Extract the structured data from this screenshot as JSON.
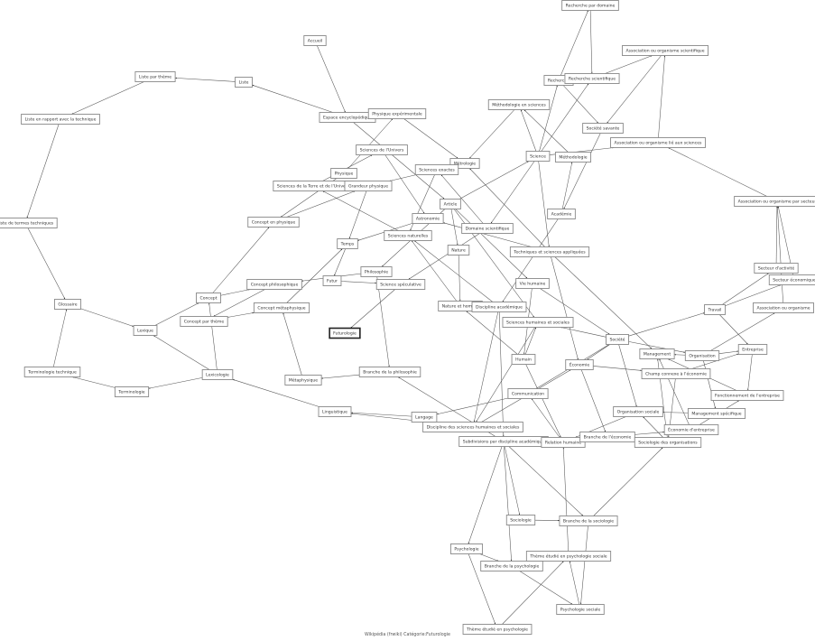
{
  "footer": "Wikipédia (frwiki) Catégorie:Futurologie",
  "focus_node": "futurologie",
  "nodes": [
    {
      "id": "accueil",
      "label": "Accueil"
    },
    {
      "id": "liste_theme",
      "label": "Liste par thème"
    },
    {
      "id": "liste",
      "label": "Liste"
    },
    {
      "id": "liste_tech",
      "label": "Liste en rapport avec la technique"
    },
    {
      "id": "espace",
      "label": "Espace encyclopédique"
    },
    {
      "id": "phys_exp",
      "label": "Physique expérimentale"
    },
    {
      "id": "rech_dom",
      "label": "Recherche par domaine"
    },
    {
      "id": "asso_sci",
      "label": "Association ou organisme scientifique"
    },
    {
      "id": "recherche",
      "label": "Recherche"
    },
    {
      "id": "rech_sci",
      "label": "Recherche scientifique"
    },
    {
      "id": "metho_sci",
      "label": "Méthodologie en sciences"
    },
    {
      "id": "soc_sav",
      "label": "Société savante"
    },
    {
      "id": "asso_lie",
      "label": "Association ou organisme lié aux sciences"
    },
    {
      "id": "science",
      "label": "Science"
    },
    {
      "id": "methodo",
      "label": "Méthodologie"
    },
    {
      "id": "metrologie",
      "label": "Métrologie"
    },
    {
      "id": "sc_univers",
      "label": "Sciences de l'Univers"
    },
    {
      "id": "physique",
      "label": "Physique"
    },
    {
      "id": "sc_terre",
      "label": "Sciences de la Terre et de l'Univers"
    },
    {
      "id": "grandeur",
      "label": "Grandeur physique"
    },
    {
      "id": "sc_exactes",
      "label": "Sciences exactes"
    },
    {
      "id": "article",
      "label": "Article"
    },
    {
      "id": "asso_secteur",
      "label": "Association ou organisme par secteur"
    },
    {
      "id": "astronomie",
      "label": "Astronomie"
    },
    {
      "id": "concept_phys",
      "label": "Concept en physique"
    },
    {
      "id": "liste_termes",
      "label": "Liste de termes techniques"
    },
    {
      "id": "dom_sci",
      "label": "Domaine scientifique"
    },
    {
      "id": "academie",
      "label": "Académie"
    },
    {
      "id": "sc_nat",
      "label": "Sciences naturelles"
    },
    {
      "id": "temps",
      "label": "Temps"
    },
    {
      "id": "nature",
      "label": "Nature"
    },
    {
      "id": "techniques",
      "label": "Techniques et sciences appliquées"
    },
    {
      "id": "philosophie",
      "label": "Philosophie"
    },
    {
      "id": "secteur_act",
      "label": "Secteur d'activité"
    },
    {
      "id": "secteur_eco",
      "label": "Secteur économique"
    },
    {
      "id": "futur",
      "label": "Futur"
    },
    {
      "id": "sc_spec",
      "label": "Science spéculative"
    },
    {
      "id": "concept_philo",
      "label": "Concept philosophique"
    },
    {
      "id": "concept",
      "label": "Concept"
    },
    {
      "id": "concept_meta",
      "label": "Concept métaphysique"
    },
    {
      "id": "vie_hum",
      "label": "Vie humaine"
    },
    {
      "id": "nature_homme",
      "label": "Nature et homme"
    },
    {
      "id": "disc_acad",
      "label": "Discipline académique"
    },
    {
      "id": "asso_org",
      "label": "Association ou organisme"
    },
    {
      "id": "glossaire",
      "label": "Glossaire"
    },
    {
      "id": "travail",
      "label": "Travail"
    },
    {
      "id": "concept_theme",
      "label": "Concept par thème"
    },
    {
      "id": "shs",
      "label": "Sciences humaines et sociales"
    },
    {
      "id": "futurologie",
      "label": "Futurologie"
    },
    {
      "id": "lexique",
      "label": "Lexique"
    },
    {
      "id": "societe",
      "label": "Société"
    },
    {
      "id": "management",
      "label": "Management"
    },
    {
      "id": "organisation",
      "label": "Organisation"
    },
    {
      "id": "entreprise",
      "label": "Entreprise"
    },
    {
      "id": "humain",
      "label": "Humain"
    },
    {
      "id": "economie",
      "label": "Économie"
    },
    {
      "id": "champ_eco",
      "label": "Champ connexe à l'économie"
    },
    {
      "id": "lexicologie",
      "label": "Lexicologie"
    },
    {
      "id": "termino_tech",
      "label": "Terminologie technique"
    },
    {
      "id": "metaphysique",
      "label": "Métaphysique"
    },
    {
      "id": "branche_philo",
      "label": "Branche de la philosophie"
    },
    {
      "id": "terminologie",
      "label": "Terminologie"
    },
    {
      "id": "fonct_entr",
      "label": "Fonctionnement de l'entreprise"
    },
    {
      "id": "communication",
      "label": "Communication"
    },
    {
      "id": "linguistique",
      "label": "Linguistique"
    },
    {
      "id": "langage",
      "label": "Langage"
    },
    {
      "id": "org_sociale",
      "label": "Organisation sociale"
    },
    {
      "id": "mgmt_spec",
      "label": "Management spécifique"
    },
    {
      "id": "disc_shs",
      "label": "Discipline des sciences humaines et sociales"
    },
    {
      "id": "eco_entr",
      "label": "Économie d'entreprise"
    },
    {
      "id": "subdiv",
      "label": "Subdivisions par discipline académique"
    },
    {
      "id": "relation",
      "label": "Relation humaine"
    },
    {
      "id": "branche_eco",
      "label": "Branche de l'économie"
    },
    {
      "id": "socio_org",
      "label": "Sociologie des organisations"
    },
    {
      "id": "sociologie",
      "label": "Sociologie"
    },
    {
      "id": "branche_socio",
      "label": "Branche de la sociologie"
    },
    {
      "id": "psychologie",
      "label": "Psychologie"
    },
    {
      "id": "theme_psy_soc",
      "label": "Thème étudié en psychologie sociale"
    },
    {
      "id": "branche_psy",
      "label": "Branche de la psychologie"
    },
    {
      "id": "psy_sociale",
      "label": "Psychologie sociale"
    },
    {
      "id": "theme_psy",
      "label": "Thème étudié en psychologie"
    }
  ],
  "edges": [
    [
      "accueil",
      "espace"
    ],
    [
      "espace",
      "liste"
    ],
    [
      "liste",
      "liste_theme"
    ],
    [
      "liste_theme",
      "liste_tech"
    ],
    [
      "liste_tech",
      "liste_termes"
    ],
    [
      "liste_termes",
      "glossaire"
    ],
    [
      "glossaire",
      "lexique"
    ],
    [
      "termino_tech",
      "glossaire"
    ],
    [
      "terminologie",
      "termino_tech"
    ],
    [
      "lexicologie",
      "terminologie"
    ],
    [
      "lexicologie",
      "lexique"
    ],
    [
      "lexicologie",
      "concept"
    ],
    [
      "lexique",
      "concept"
    ],
    [
      "concept",
      "concept_philo"
    ],
    [
      "concept",
      "concept_phys"
    ],
    [
      "concept_philo",
      "concept_theme"
    ],
    [
      "concept_theme",
      "concept_meta"
    ],
    [
      "concept_meta",
      "temps"
    ],
    [
      "metaphysique",
      "concept_meta"
    ],
    [
      "branche_philo",
      "metaphysique"
    ],
    [
      "philosophie",
      "branche_philo"
    ],
    [
      "philosophie",
      "concept_philo"
    ],
    [
      "linguistique",
      "lexicologie"
    ],
    [
      "langage",
      "linguistique"
    ],
    [
      "disc_shs",
      "linguistique"
    ],
    [
      "communication",
      "langage"
    ],
    [
      "subdiv",
      "branche_philo"
    ],
    [
      "espace",
      "article"
    ],
    [
      "physique",
      "phys_exp"
    ],
    [
      "phys_exp",
      "metrologie"
    ],
    [
      "metho_sci",
      "metrologie"
    ],
    [
      "science",
      "metho_sci"
    ],
    [
      "methodo",
      "metho_sci"
    ],
    [
      "science",
      "recherche"
    ],
    [
      "recherche",
      "rech_dom"
    ],
    [
      "rech_dom",
      "rech_sci"
    ],
    [
      "rech_sci",
      "asso_sci"
    ],
    [
      "asso_sci",
      "soc_sav"
    ],
    [
      "recherche",
      "soc_sav"
    ],
    [
      "science",
      "rech_sci"
    ],
    [
      "soc_sav",
      "academie"
    ],
    [
      "asso_lie",
      "asso_sci"
    ],
    [
      "science",
      "asso_lie"
    ],
    [
      "asso_secteur",
      "asso_lie"
    ],
    [
      "secteur_act",
      "asso_secteur"
    ],
    [
      "secteur_eco",
      "asso_secteur"
    ],
    [
      "asso_org",
      "asso_secteur"
    ],
    [
      "travail",
      "secteur_act"
    ],
    [
      "travail",
      "secteur_eco"
    ],
    [
      "organisation",
      "asso_org"
    ],
    [
      "societe",
      "travail"
    ],
    [
      "travail",
      "entreprise"
    ],
    [
      "organisation",
      "entreprise"
    ],
    [
      "organisation",
      "management"
    ],
    [
      "societe",
      "organisation"
    ],
    [
      "champ_eco",
      "entreprise"
    ],
    [
      "entreprise",
      "fonct_entr"
    ],
    [
      "fonct_entr",
      "management"
    ],
    [
      "organisation",
      "mgmt_spec"
    ],
    [
      "mgmt_spec",
      "org_sociale"
    ],
    [
      "societe",
      "org_sociale"
    ],
    [
      "economie",
      "champ_eco"
    ],
    [
      "societe",
      "economie"
    ],
    [
      "societe",
      "shs"
    ],
    [
      "societe",
      "communication"
    ],
    [
      "economie",
      "branche_eco"
    ],
    [
      "branche_eco",
      "eco_entr"
    ],
    [
      "eco_entr",
      "fonct_entr"
    ],
    [
      "eco_entr",
      "management"
    ],
    [
      "org_sociale",
      "relation"
    ],
    [
      "socio_org",
      "org_sociale"
    ],
    [
      "socio_org",
      "management"
    ],
    [
      "champ_eco",
      "socio_org"
    ],
    [
      "branche_socio",
      "socio_org"
    ],
    [
      "relation",
      "branche_eco"
    ],
    [
      "relation",
      "communication"
    ],
    [
      "humain",
      "relation"
    ],
    [
      "humain",
      "nature_homme"
    ],
    [
      "humain",
      "shs"
    ],
    [
      "vie_hum",
      "societe"
    ],
    [
      "vie_hum",
      "humain"
    ],
    [
      "article",
      "vie_hum"
    ],
    [
      "article",
      "nature"
    ],
    [
      "nature",
      "nature_homme"
    ],
    [
      "article",
      "science"
    ],
    [
      "article",
      "philosophie"
    ],
    [
      "article",
      "shs"
    ],
    [
      "dom_sci",
      "sc_exactes"
    ],
    [
      "dom_sci",
      "sc_spec"
    ],
    [
      "science",
      "dom_sci"
    ],
    [
      "science",
      "techniques"
    ],
    [
      "techniques",
      "metrologie"
    ],
    [
      "techniques",
      "astronomie"
    ],
    [
      "techniques",
      "economie"
    ],
    [
      "techniques",
      "management"
    ],
    [
      "academie",
      "methodo"
    ],
    [
      "academie",
      "disc_acad"
    ],
    [
      "disc_acad",
      "sc_nat"
    ],
    [
      "disc_acad",
      "disc_shs"
    ],
    [
      "disc_acad",
      "subdiv"
    ],
    [
      "nature_homme",
      "sc_nat"
    ],
    [
      "sc_nat",
      "sc_terre"
    ],
    [
      "astronomie",
      "temps"
    ],
    [
      "sc_univers",
      "astronomie"
    ],
    [
      "sc_terre",
      "sc_univers"
    ],
    [
      "sc_exactes",
      "sc_nat"
    ],
    [
      "metrologie",
      "grandeur"
    ],
    [
      "grandeur",
      "temps"
    ],
    [
      "concept_phys",
      "grandeur"
    ],
    [
      "physique",
      "concept_phys"
    ],
    [
      "temps",
      "futur"
    ],
    [
      "futur",
      "sc_spec"
    ],
    [
      "sc_spec",
      "futurologie"
    ],
    [
      "disc_shs",
      "economie"
    ],
    [
      "shs",
      "disc_shs"
    ],
    [
      "subdiv",
      "sociologie"
    ],
    [
      "subdiv",
      "psychologie"
    ],
    [
      "subdiv",
      "branche_psy"
    ],
    [
      "subdiv",
      "branche_socio"
    ],
    [
      "sociologie",
      "branche_socio"
    ],
    [
      "psychologie",
      "branche_psy"
    ],
    [
      "psychologie",
      "theme_psy"
    ],
    [
      "theme_psy",
      "theme_psy_soc"
    ],
    [
      "branche_psy",
      "psy_sociale"
    ],
    [
      "branche_socio",
      "psy_sociale"
    ],
    [
      "psy_sociale",
      "theme_psy_soc"
    ],
    [
      "theme_psy_soc",
      "relation"
    ]
  ]
}
